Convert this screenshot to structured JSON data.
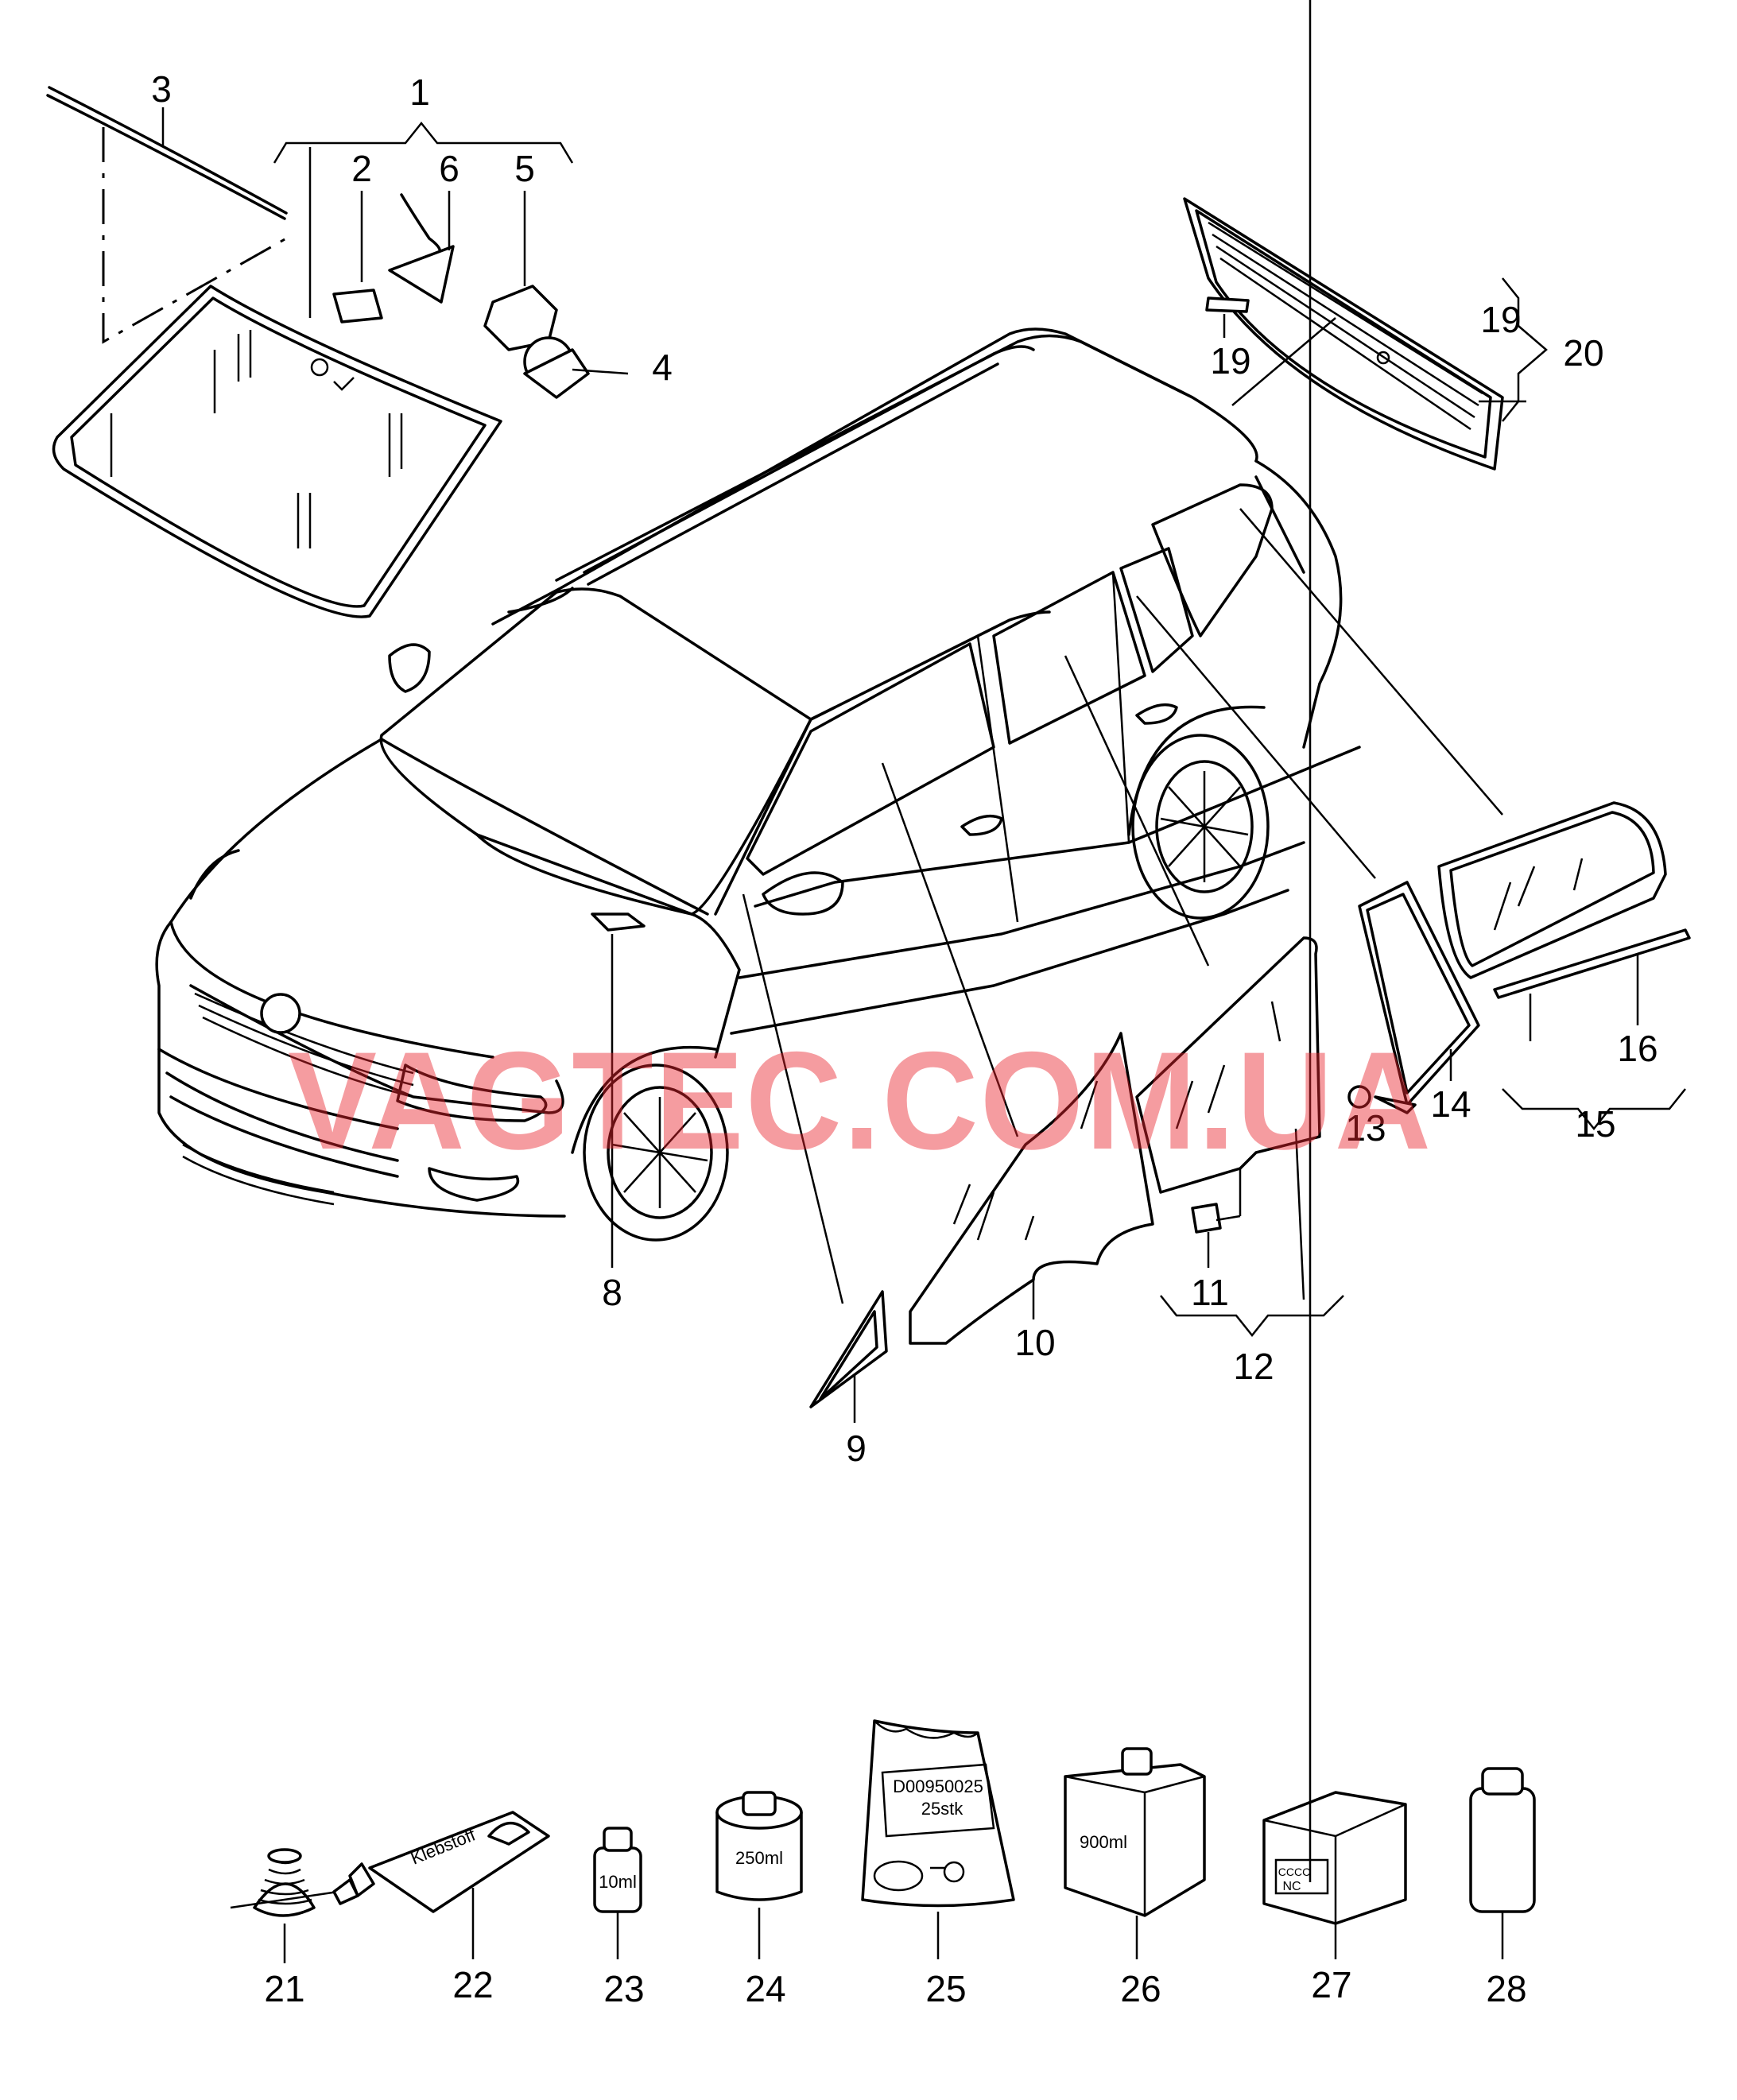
{
  "callouts": [
    "1",
    "2",
    "3",
    "4",
    "5",
    "6",
    "8",
    "9",
    "10",
    "11",
    "12",
    "13",
    "14",
    "15",
    "16",
    "19",
    "19",
    "20",
    "21",
    "22",
    "23",
    "24",
    "25",
    "26",
    "27",
    "28"
  ],
  "package_labels": {
    "tube": "Klebstoff",
    "bottle_23": "10ml",
    "can_24": "250ml",
    "bag_25_line1": "D00950025",
    "bag_25_line2": "25stk",
    "bottle_26": "900ml",
    "box_27_line1": "CCCC",
    "box_27_line2": "NC",
    "windshield_mark": "O"
  },
  "watermark": "VAGTEC.COM.UA",
  "colors": {
    "line": "#000000",
    "watermark": "#e9242c",
    "background": "#ffffff"
  }
}
